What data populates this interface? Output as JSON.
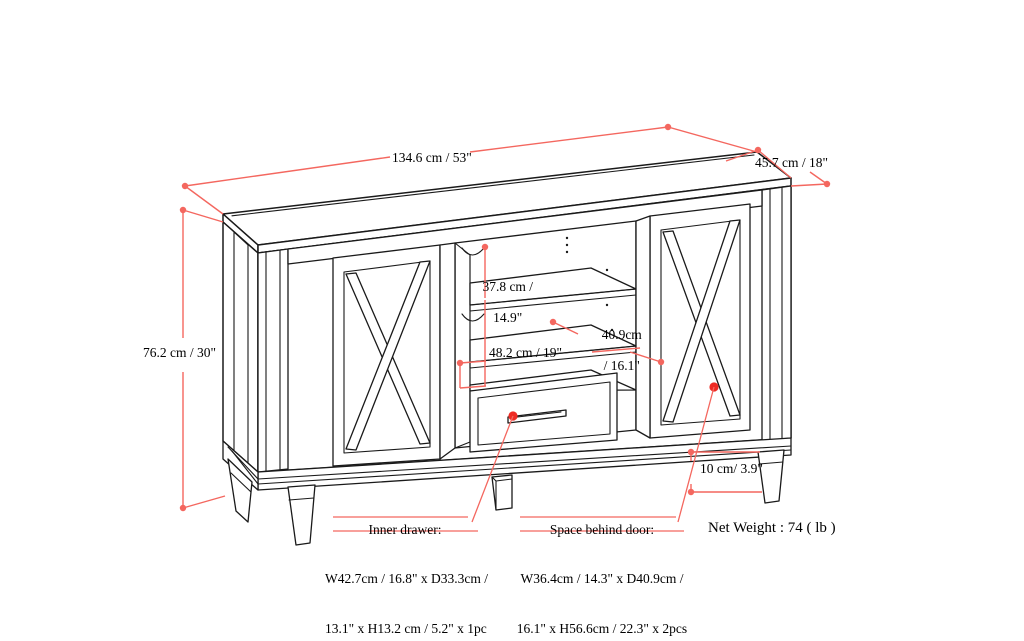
{
  "diagram": {
    "type": "product-dimension-drawing",
    "product": "TV media console / sideboard with two X-brace doors and center drawer",
    "background_color": "#ffffff",
    "line_color": "#1a1a1a",
    "dimension_color": "#f4675f",
    "text_color": "#000000"
  },
  "dimensions": {
    "width": {
      "label": "134.6 cm / 53\"",
      "metric": "134.6 cm",
      "imperial": "53\""
    },
    "depth": {
      "label": "45.7 cm / 18\"",
      "metric": "45.7 cm",
      "imperial": "18\""
    },
    "height": {
      "label": "76.2 cm / 30\"",
      "metric": "76.2 cm",
      "imperial": "30\""
    },
    "upper_shelf_height": {
      "line1": "37.8 cm /",
      "line2": "14.9\"",
      "metric": "37.8 cm",
      "imperial": "14.9\""
    },
    "shelf_depth": {
      "line1": "40.9cm",
      "line2": "/ 16.1\"",
      "metric": "40.9 cm",
      "imperial": "16.1\""
    },
    "shelf_width": {
      "label": "48.2 cm / 19\"",
      "metric": "48.2 cm",
      "imperial": "19\""
    },
    "leg_height": {
      "label": "10 cm/ 3.9\"",
      "metric": "10 cm",
      "imperial": "3.9\""
    }
  },
  "notes": {
    "inner_drawer": {
      "title": "Inner drawer:",
      "line2": "W42.7cm / 16.8\" x D33.3cm /",
      "line3": "13.1\" x H13.2 cm / 5.2\" x 1pc"
    },
    "space_behind_door": {
      "title": "Space behind door:",
      "line2": "W36.4cm / 14.3\" x D40.9cm /",
      "line3": "16.1\" x H56.6cm / 22.3\" x 2pcs"
    }
  },
  "net_weight": {
    "label": "Net Weight : 74 ( lb )",
    "value": 74,
    "unit": "lb"
  }
}
